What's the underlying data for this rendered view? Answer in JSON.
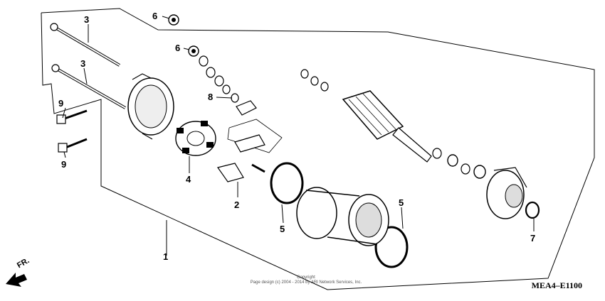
{
  "diagram_code": "MEA4–E1100",
  "direction_label": "FR.",
  "copyright": {
    "line1": "Copyright",
    "line2": "Page design (c) 2004 - 2014 by ARI Network Services, Inc."
  },
  "callouts": {
    "c1": "1",
    "c2": "2",
    "c3a": "3",
    "c3b": "3",
    "c4": "4",
    "c5a": "5",
    "c5b": "5",
    "c6a": "6",
    "c6b": "6",
    "c7": "7",
    "c8": "8",
    "c9a": "9",
    "c9b": "9"
  }
}
